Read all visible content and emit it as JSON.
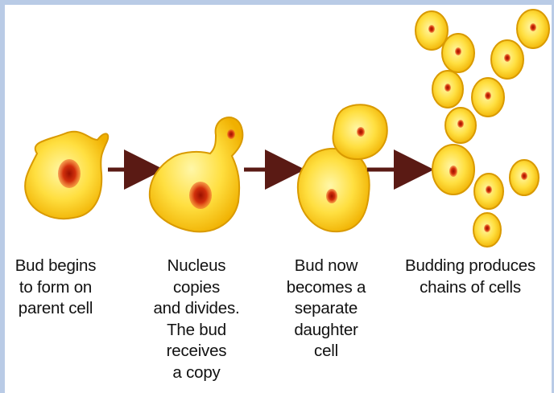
{
  "colors": {
    "background_frame": "#b9cbe6",
    "panel": "#ffffff",
    "cell_fill_light": "#ffee80",
    "cell_fill_dark": "#f0b400",
    "cell_outline": "#d99a00",
    "nucleus": "#e03a10",
    "nucleus_core": "#9a1000",
    "arrow": "#5a1a14",
    "caption_text": "#111111"
  },
  "stages": [
    {
      "caption": "Bud begins\nto form on\nparent cell"
    },
    {
      "caption": "Nucleus\ncopies\nand divides.\nThe bud\nreceives\na copy"
    },
    {
      "caption": "Bud now\nbecomes a\nseparate\ndaughter\ncell"
    },
    {
      "caption": "Budding produces\nchains of cells"
    }
  ],
  "arrows": [
    {
      "from": "stage-1",
      "to": "stage-2",
      "icon": "arrow-right-icon"
    },
    {
      "from": "stage-2",
      "to": "stage-3",
      "icon": "arrow-right-icon"
    },
    {
      "from": "stage-3",
      "to": "stage-4",
      "icon": "arrow-right-icon"
    }
  ]
}
